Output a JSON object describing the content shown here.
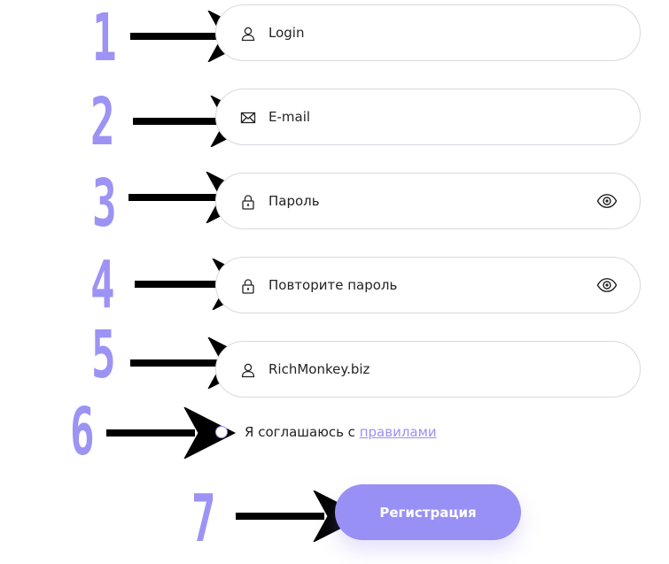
{
  "colors": {
    "accent": "#9990f5",
    "number": "#9c93f4",
    "arrow": "#000000",
    "field_border": "#d8d8e0"
  },
  "steps": [
    "1",
    "2",
    "3",
    "4",
    "5",
    "6",
    "7"
  ],
  "form": {
    "login": {
      "label": "Login",
      "icon": "user-icon"
    },
    "email": {
      "label": "E-mail",
      "icon": "envelope-icon"
    },
    "password": {
      "label": "Пароль",
      "icon": "lock-icon",
      "toggle_icon": "eye-icon"
    },
    "password_repeat": {
      "label": "Повторите пароль",
      "icon": "lock-icon",
      "toggle_icon": "eye-icon"
    },
    "referrer": {
      "label": "RichMonkey.biz",
      "icon": "user-icon"
    },
    "agree": {
      "text": "Я соглашаюсь с ",
      "link": "правилами"
    },
    "submit_label": "Регистрация"
  }
}
